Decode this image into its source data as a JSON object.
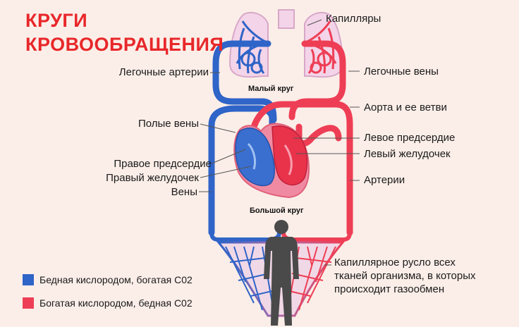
{
  "title": {
    "line1": "КРУГИ",
    "line2": "КРОВООБРАЩЕНИЯ"
  },
  "labels": {
    "capillaries": "Капилляры",
    "pulmonary_arteries": "Легочные артерии",
    "pulmonary_veins": "Легочные вены",
    "small_circle": "Малый круг",
    "aorta": "Аорта и ее ветви",
    "vena_cava": "Полые вены",
    "left_atrium": "Левое предсердие",
    "left_ventricle": "Левый желудочек",
    "right_atrium": "Правое предсердие",
    "right_ventricle": "Правый желудочек",
    "arteries": "Артерии",
    "veins": "Вены",
    "big_circle": "Большой круг",
    "capillary_bed": [
      "Капиллярное русло всех",
      "тканей организма, в которых",
      "происходит газообмен"
    ]
  },
  "legend": [
    {
      "color": "#2f64c8",
      "text": "Бедная кислородом, богатая С02"
    },
    {
      "color": "#ee3e55",
      "text": "Богатая кислородом, бедная С02"
    }
  ],
  "colors": {
    "venous": "#2f64c8",
    "arterial": "#ee3e55",
    "title": "#e8272a"
  }
}
